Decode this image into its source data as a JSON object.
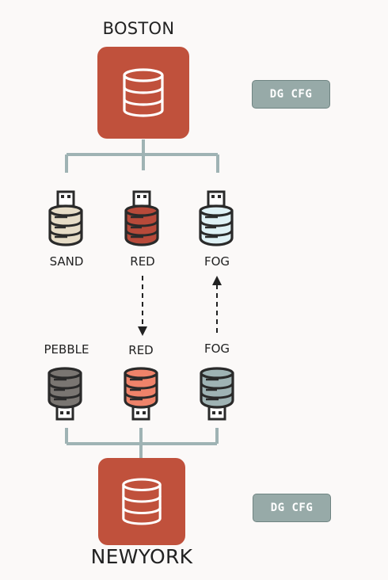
{
  "boston": {
    "title": "BOSTON",
    "badge": "DG CFG",
    "icon": "database-icon",
    "color": "#c0513c"
  },
  "newyork": {
    "title": "NEWYORK",
    "badge": "DG CFG",
    "icon": "database-icon",
    "color": "#c0513c"
  },
  "boston_pdbs": [
    {
      "label": "SAND",
      "color": "#e6dcc7"
    },
    {
      "label": "RED",
      "color": "#b84a3a"
    },
    {
      "label": "FOG",
      "color": "#dff1f5"
    }
  ],
  "newyork_pdbs": [
    {
      "label": "PEBBLE",
      "color": "#7a7672"
    },
    {
      "label": "RED",
      "color": "#ef836a"
    },
    {
      "label": "FOG",
      "color": "#9fb3b4"
    }
  ],
  "connector_color": "#9fb3b4"
}
